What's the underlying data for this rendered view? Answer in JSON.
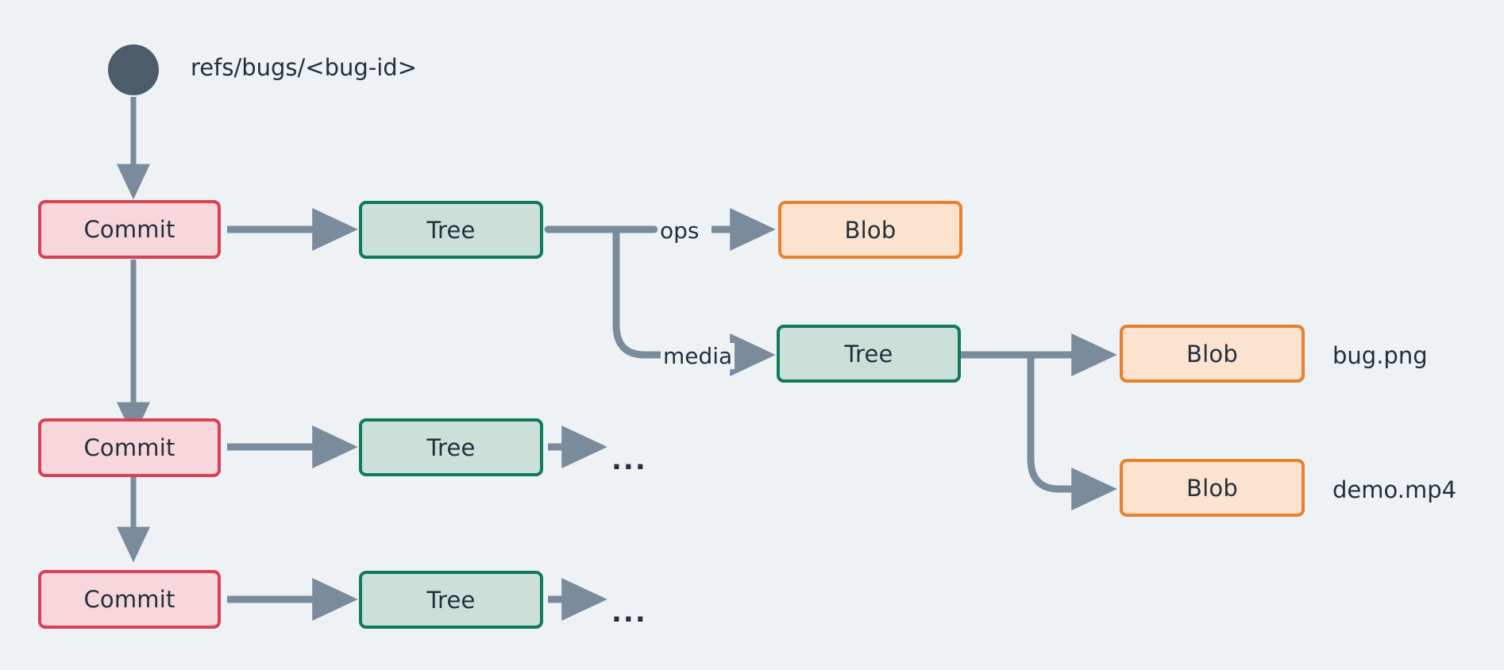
{
  "diagram": {
    "title": "git object graph for a bug branch",
    "background": "#eff2f5",
    "edge_color": "#7a8c9c",
    "text_color": "#232f3c",
    "palette": {
      "commit_fill": "#f8d7dc",
      "commit_border": "#d94256",
      "tree_fill": "#cce0da",
      "tree_border": "#107a5c",
      "blob_fill": "#fce3d0",
      "blob_border": "#e8812b",
      "ref_dot": "#4c5c6b"
    }
  },
  "ref": {
    "label": "refs/bugs/<bug-id>",
    "dot_name": "ref-pointer-dot"
  },
  "nodes": {
    "commit_1": "Commit",
    "commit_2": "Commit",
    "commit_3": "Commit",
    "tree_root_1": "Tree",
    "tree_root_2": "Tree",
    "tree_root_3": "Tree",
    "tree_media": "Tree",
    "blob_ops": "Blob",
    "blob_bug_png": "Blob",
    "blob_demo_mp4": "Blob"
  },
  "edge_labels": {
    "ops": "ops",
    "media": "media"
  },
  "file_labels": {
    "bug_png": "bug.png",
    "demo_mp4": "demo.mp4"
  },
  "ellipsis": {
    "row2": "...",
    "row3": "..."
  }
}
